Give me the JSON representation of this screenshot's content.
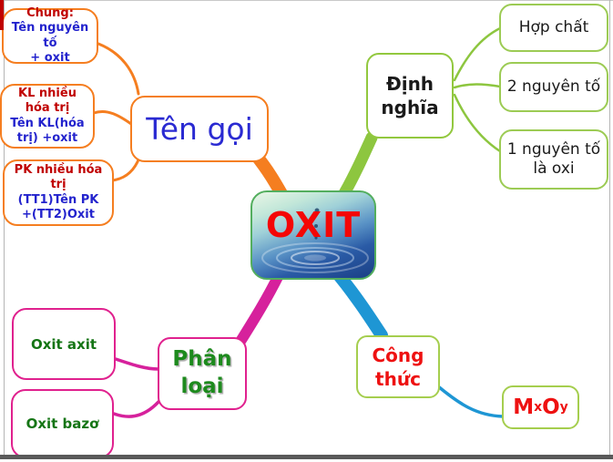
{
  "title": "OXIT mind map",
  "colors": {
    "orange": "#F57E20",
    "green": "#8DC63F",
    "magenta": "#D6219C",
    "blue": "#1E96D4",
    "dark_red_text": "#C00000",
    "blue_text": "#2323CD",
    "green_text": "#157515",
    "red_text": "#EE1111",
    "green_border": "#92C83E",
    "light_green_border": "#A5CE4E",
    "pink_border": "#E0218E"
  },
  "center": {
    "label": "OXIT"
  },
  "branches": {
    "ten_goi": {
      "label": "Tên gọi",
      "children": [
        {
          "title": "Chung:",
          "lines": [
            "Tên nguyên tố",
            "+ oxit"
          ]
        },
        {
          "title": "KL nhiều hóa trị",
          "lines": [
            "Tên KL(hóa trị) +oxit"
          ]
        },
        {
          "title": "PK nhiều hóa trị",
          "lines": [
            "(TT1)Tên PK",
            "+(TT2)Oxit"
          ]
        }
      ]
    },
    "dinh_nghia": {
      "label": "Định nghĩa",
      "children": [
        "Hợp chất",
        "2 nguyên tố",
        "1 nguyên tố là oxi"
      ]
    },
    "phan_loai": {
      "label": "Phân loại",
      "children": [
        "Oxit axit",
        "Oxit bazơ"
      ]
    },
    "cong_thuc": {
      "label": "Công thức",
      "formula": {
        "base1": "M",
        "sub1": "x",
        "base2": "O",
        "sub2": "y"
      }
    }
  }
}
